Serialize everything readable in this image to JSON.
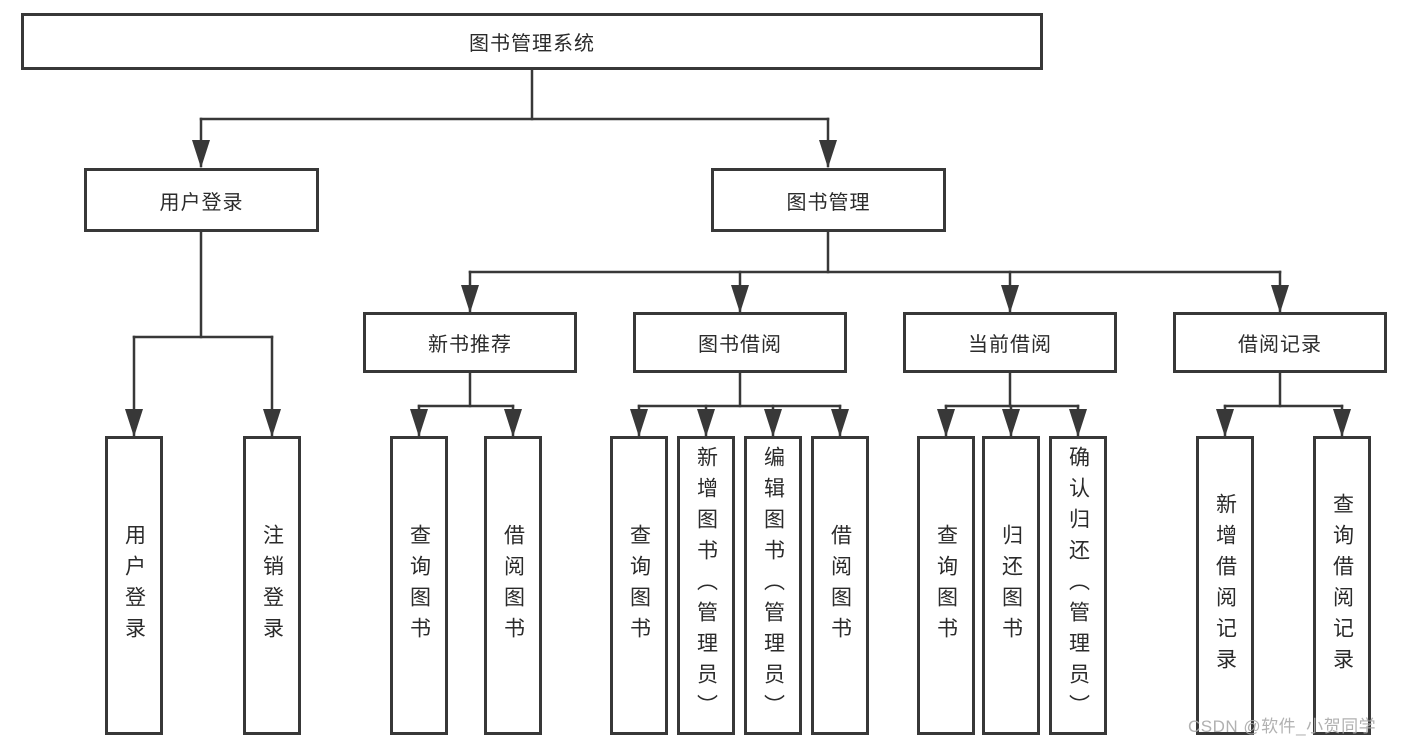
{
  "colors": {
    "line": "#383838",
    "box_border": "#383838",
    "text": "#2b2b2b",
    "watermark": "#a8a8a8",
    "background": "#ffffff"
  },
  "watermark": "CSDN @软件_小贺同学",
  "tree": {
    "label": "图书管理系统",
    "children": [
      {
        "label": "用户登录",
        "children": [
          {
            "label": "用户登录"
          },
          {
            "label": "注销登录"
          }
        ]
      },
      {
        "label": "图书管理",
        "children": [
          {
            "label": "新书推荐",
            "children": [
              {
                "label": "查询图书"
              },
              {
                "label": "借阅图书"
              }
            ]
          },
          {
            "label": "图书借阅",
            "children": [
              {
                "label": "查询图书"
              },
              {
                "label": "新增图书（管理员）"
              },
              {
                "label": "编辑图书（管理员）"
              },
              {
                "label": "借阅图书"
              }
            ]
          },
          {
            "label": "当前借阅",
            "children": [
              {
                "label": "查询图书"
              },
              {
                "label": "归还图书"
              },
              {
                "label": "确认归还（管理员）"
              }
            ]
          },
          {
            "label": "借阅记录",
            "children": [
              {
                "label": "新增借阅记录"
              },
              {
                "label": "查询借阅记录"
              }
            ]
          }
        ]
      }
    ]
  }
}
